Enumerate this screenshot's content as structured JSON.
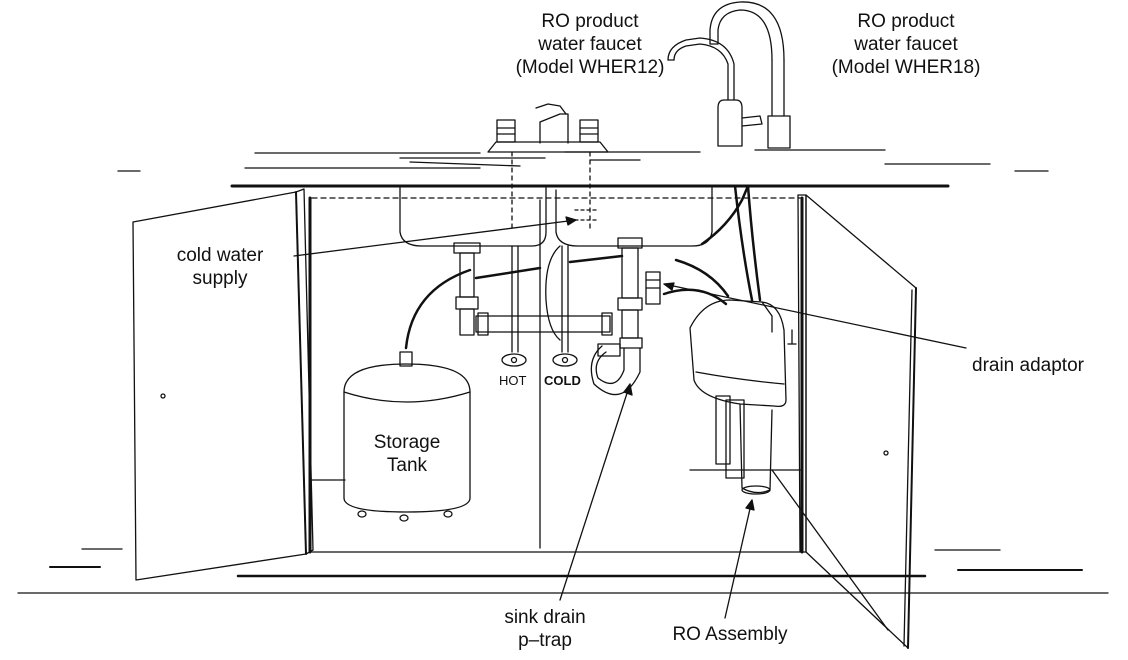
{
  "labels": {
    "faucet_left": [
      "RO product",
      "water faucet",
      "(Model WHER12)"
    ],
    "faucet_right": [
      "RO product",
      "water faucet",
      "(Model WHER18)"
    ],
    "cold_water_supply": [
      "cold water",
      "supply"
    ],
    "drain_adaptor": "drain adaptor",
    "storage_tank": [
      "Storage",
      "Tank"
    ],
    "sink_drain": [
      "sink drain",
      "p–trap"
    ],
    "ro_assembly": "RO Assembly",
    "valve_hot": "HOT",
    "valve_cold": "COLD"
  }
}
